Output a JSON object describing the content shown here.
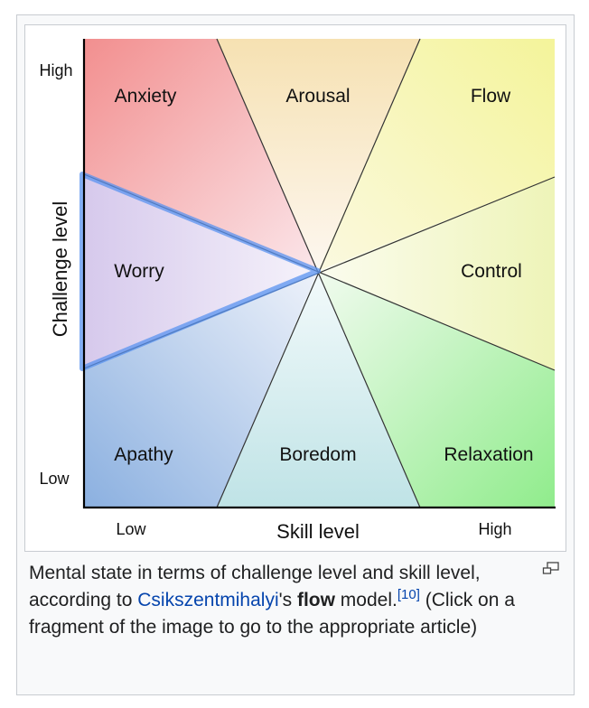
{
  "diagram": {
    "y_axis": {
      "label": "Challenge level",
      "high": "High",
      "low": "Low"
    },
    "x_axis": {
      "label": "Skill level",
      "low": "Low",
      "high": "High"
    },
    "regions": {
      "anxiety": "Anxiety",
      "arousal": "Arousal",
      "flow": "Flow",
      "worry": "Worry",
      "control": "Control",
      "apathy": "Apathy",
      "boredom": "Boredom",
      "relaxation": "Relaxation"
    },
    "highlighted_region": "Worry"
  },
  "caption": {
    "text_before": "Mental state in terms of challenge level and skill level, according to ",
    "link": "Csikszentmihalyi",
    "text_middle": "'s ",
    "bold": "flow",
    "text_after": " model.",
    "ref": "[10]",
    "text_end": " (Click on a fragment of the image to go to the appropriate article)"
  },
  "icons": {
    "enlarge": "magnify-icon"
  }
}
